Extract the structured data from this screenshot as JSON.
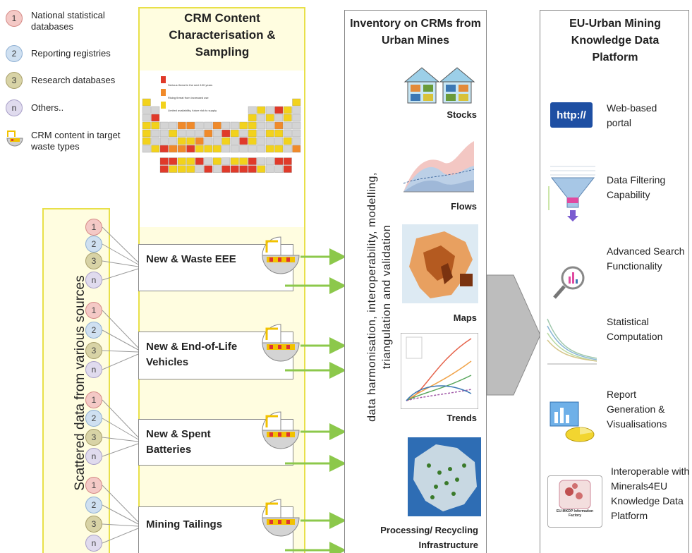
{
  "legend": [
    {
      "num": "1",
      "label": "National statistical databases",
      "color": "#f4c9c6",
      "border": "#d58a86"
    },
    {
      "num": "2",
      "label": "Reporting registries",
      "color": "#cfe0f1",
      "border": "#8fb0d3"
    },
    {
      "num": "3",
      "label": "Research databases",
      "color": "#d8d3a6",
      "border": "#a9a06a"
    },
    {
      "num": "n",
      "label": "Others..",
      "color": "#e0dbee",
      "border": "#a9a0c8"
    },
    {
      "icon": "crm-content-icon",
      "label": "CRM content in target waste types"
    }
  ],
  "sources_label": "Scattered data from various sources",
  "characterisation_title": "CRM Content Characterisation & Sampling",
  "waste_types": [
    "New & Waste EEE",
    "New & End-of-Life Vehicles",
    "New & Spent Batteries",
    "Mining Tailings"
  ],
  "inventory_title": "Inventory on CRMs from Urban Mines",
  "inventory_vertical": "data harmonisation, interoperability, modelling, triangulation and validation",
  "inventory_items": [
    "Stocks",
    "Flows",
    "Maps",
    "Trends",
    "Processing/ Recycling Infrastructure"
  ],
  "platform_title": "EU-Urban Mining Knowledge Data Platform",
  "platform_features": [
    {
      "icon": "http-icon",
      "label": "Web-based portal",
      "icon_text": "http://"
    },
    {
      "icon": "funnel-icon",
      "label": "Data Filtering Capability"
    },
    {
      "icon": "magnifier-icon",
      "label": "Advanced Search Functionality"
    },
    {
      "icon": "statistics-chart-icon",
      "label": "Statistical Computation"
    },
    {
      "icon": "report-icon",
      "label": "Report Generation & Visualisations"
    },
    {
      "icon": "factory-icon",
      "label": "Interoperable with Minerals4EU Knowledge Data Platform",
      "icon_text": "EU-MKDP Information Factory"
    }
  ],
  "periodic_legend": [
    "Serious threat in the next 100 years",
    "Rising threat from increased use",
    "Limited availability, future risk to supply"
  ],
  "colors": {
    "yellow_border": "#e8e04a",
    "yellow_fill": "#fffde0",
    "arrow_green": "#8cc84b",
    "line_gray": "#888888",
    "chevron_gray": "#bdbdbd"
  }
}
